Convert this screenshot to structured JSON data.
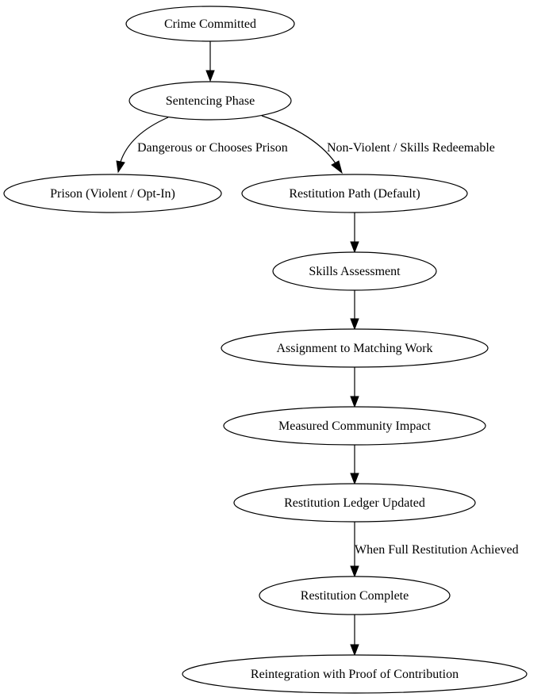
{
  "nodes": {
    "crime": "Crime Committed",
    "sentencing": "Sentencing Phase",
    "prison": "Prison (Violent / Opt-In)",
    "restitution_path": "Restitution Path (Default)",
    "skills": "Skills Assessment",
    "assignment": "Assignment to Matching Work",
    "impact": "Measured Community Impact",
    "ledger": "Restitution Ledger Updated",
    "complete": "Restitution Complete",
    "reintegration": "Reintegration with Proof of Contribution"
  },
  "edges": {
    "to_prison": "Dangerous or Chooses Prison",
    "to_restitution": "Non-Violent / Skills Redeemable",
    "to_complete": "When Full Restitution Achieved"
  },
  "colors": {
    "stroke": "#000000",
    "background": "#ffffff"
  }
}
